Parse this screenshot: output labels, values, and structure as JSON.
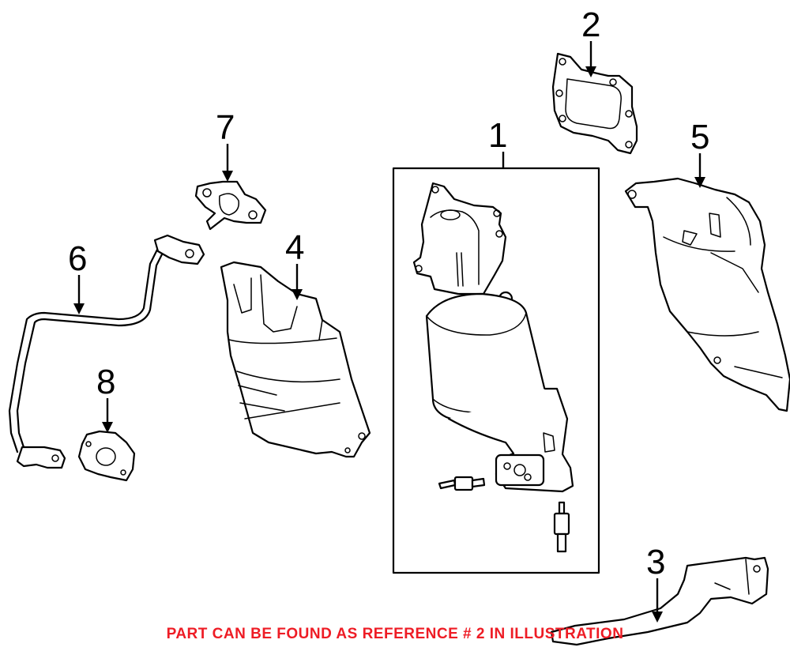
{
  "callouts": [
    {
      "id": "1",
      "label": "1"
    },
    {
      "id": "2",
      "label": "2"
    },
    {
      "id": "3",
      "label": "3"
    },
    {
      "id": "4",
      "label": "4"
    },
    {
      "id": "5",
      "label": "5"
    },
    {
      "id": "6",
      "label": "6"
    },
    {
      "id": "7",
      "label": "7"
    },
    {
      "id": "8",
      "label": "8"
    }
  ],
  "note": {
    "text": "PART CAN BE FOUND AS REFERENCE # 2 IN ILLUSTRATION",
    "color": "#ee1c25"
  }
}
